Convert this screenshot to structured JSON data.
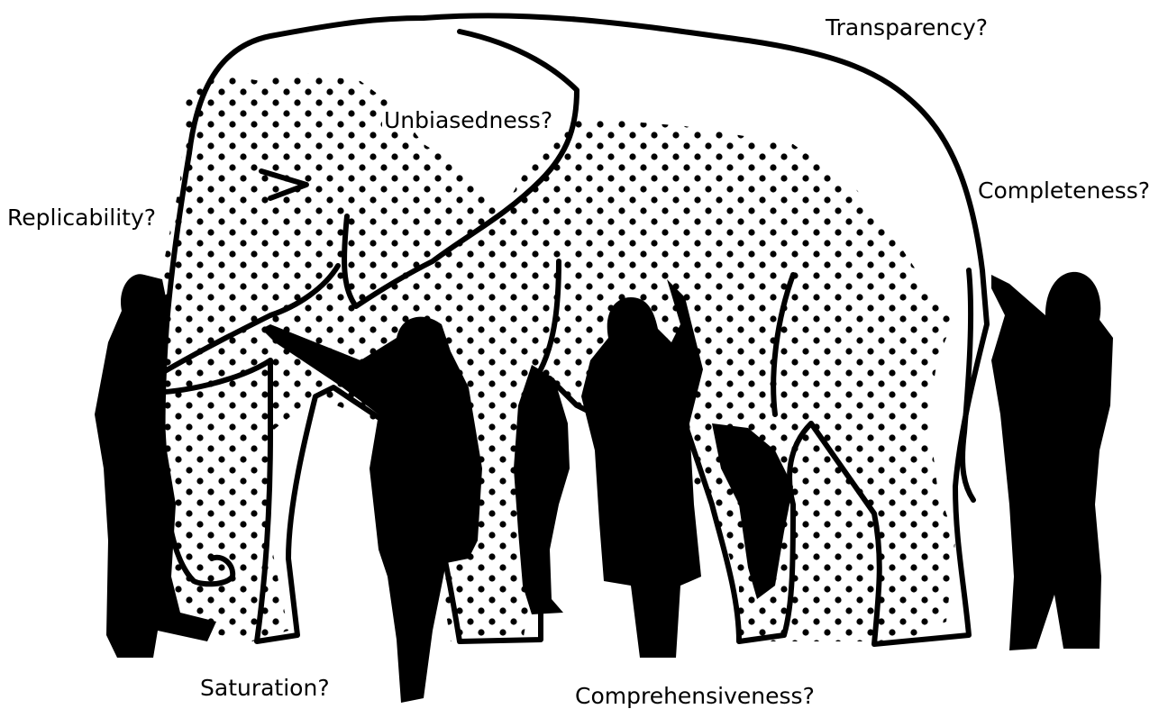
{
  "labels": {
    "transparency": "Transparency?",
    "unbiasedness": "Unbiasedness?",
    "completeness": "Completeness?",
    "replicability": "Replicability?",
    "saturation": "Saturation?",
    "comprehensiveness": "Comprehensiveness?"
  },
  "colors": {
    "ink": "#000000",
    "background": "#ffffff"
  }
}
